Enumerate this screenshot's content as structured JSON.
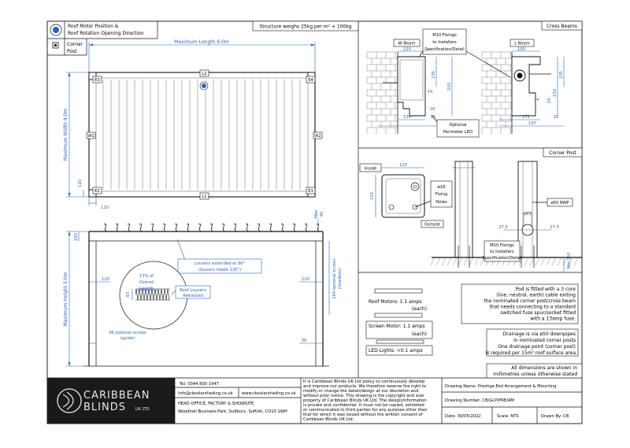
{
  "header": {
    "title_line1": "Roof Motor Position &",
    "title_line2": "Roof Rotation Opening Direction",
    "corner_post_line1": "Corner",
    "corner_post_line2": "Post",
    "weight_note": "Structure weighs 25kg per m² + 100kg"
  },
  "plan": {
    "max_length": "Maximum Length 6.0m",
    "max_width": "Maximum Width 4.0m",
    "labels": [
      "E3",
      "L2",
      "E4",
      "W1",
      "W2",
      "E2",
      "L1",
      "E1"
    ],
    "dim_120a": "120",
    "dim_120b": "120"
  },
  "elevation": {
    "max_height": "Maximum Height 3.0m",
    "dim_250": "250",
    "dim_max90_line1": "Max",
    "dim_max90_line2": "90",
    "louvers_line1": "Louvers extended at 90°",
    "louvers_line2": "(louvers rotate 135°)",
    "dim_120_left": "120",
    "dim_120_right": "120",
    "overall_line1": "13% of",
    "overall_line2": "Overall",
    "overall_line3": "Length",
    "dim_93": "93",
    "retracted_line1": "Roof Louvers",
    "retracted_line2": "Retracted",
    "screen_head_line1": "164 optional screen",
    "screen_head_line2": "(headbox)",
    "guide_line1": "36 optional screen",
    "guide_line2": "(guide)",
    "dim_36": "36"
  },
  "cross_beams": {
    "heading": "Cross Beams",
    "w_beam": "W Beam",
    "l_beam": "L Beam",
    "m10_line1": "M10 Fixings",
    "m10_line2": "to Installers",
    "m10_line3": "Specification/Detail",
    "w_dims": [
      "120",
      "105",
      "230",
      "14",
      "134",
      "20",
      "26"
    ],
    "l_dims": [
      "100",
      "105",
      "74",
      "25",
      "230",
      "172",
      "197",
      "26"
    ],
    "led_line1": "Optional",
    "led_line2": "Perimeter LED"
  },
  "corner_post": {
    "heading": "Corner Post",
    "inside": "Inside",
    "dim_120_top": "120",
    "dim_120_side": "120",
    "fixing_line1": "ø16",
    "fixing_line2": "Fixing",
    "fixing_line3": "Holes",
    "outside": "Outside",
    "rwp": "ø50 RWP",
    "dim_65": "ø65",
    "dim_27_5_left": "27.5",
    "dim_27_5_right": "27.5",
    "m10_line1": "M10 Fixings",
    "m10_line2": "to Installers",
    "m10_line3": "Specification/Detail",
    "min150": "Min 150"
  },
  "electrical": {
    "roof_motors_line1": "Roof Motors: 1.1 amps",
    "roof_motors_line2": "(each)",
    "screen_motor_line1": "Screen Motor: 1.1 amps",
    "screen_motor_line2": "(each)",
    "led_lights": "LED Lights: <0.1 amps",
    "pod_note": [
      "Pod is fitted with a 3 core",
      "(live, neutral, earth) cable exiting",
      "the nominated corner post/cross beam",
      "that needs connecting to a standard",
      "switched fuse spur/socket fitted",
      "with a 13amp fuse."
    ],
    "drainage_note": [
      "Drainage is via ø50 downpipes",
      "in nominated corner posts",
      "One drainage point (corner post)",
      "is required per 15m² roof surface area"
    ],
    "dims_note_line1": "All dimensions are shown in",
    "dims_note_line2": "millimetres unless otherwise stated"
  },
  "title_block": {
    "logo_line1": "CARIBBEAN",
    "logo_line2": "BLINDS",
    "logo_suffix": "UK LTD",
    "tel": "Tel: 0344 800 1947",
    "email": "info@cbsolarshading.co.uk",
    "website": "www.cbsolarshading.co.uk",
    "address_line1": "HEAD OFFICE, FACTORY & SHOWSITE",
    "address_line2": "Woodhall Business Park, Sudbury, Suffolk, CO10 1WH",
    "policy": [
      "It is Caribbean Blinds UK Ltd policy to continuously develop",
      "and improve our products. We therefore reserve the right to",
      "modify or change the detail/design at our discretion and",
      "without prior notice. This drawing is the copyright and sole",
      "property of Caribbean Blinds UK Ltd. The design/information",
      "is private and confidential. It must not be copied, exhibited",
      "or communicated to third parties for any purpose other than",
      "that for which it was issued without the written consent of",
      "Caribbean Blinds UK Ltd."
    ],
    "drawing_name": "Drawing Name: Prestige Pod Arrangement & Mounting",
    "drawing_number": "Drawing Number: CB/GLP/PRE/AM",
    "date": "Date: 30/05/2022",
    "scale": "Scale: NTS",
    "drawn_by": "Drawn By: CB"
  }
}
